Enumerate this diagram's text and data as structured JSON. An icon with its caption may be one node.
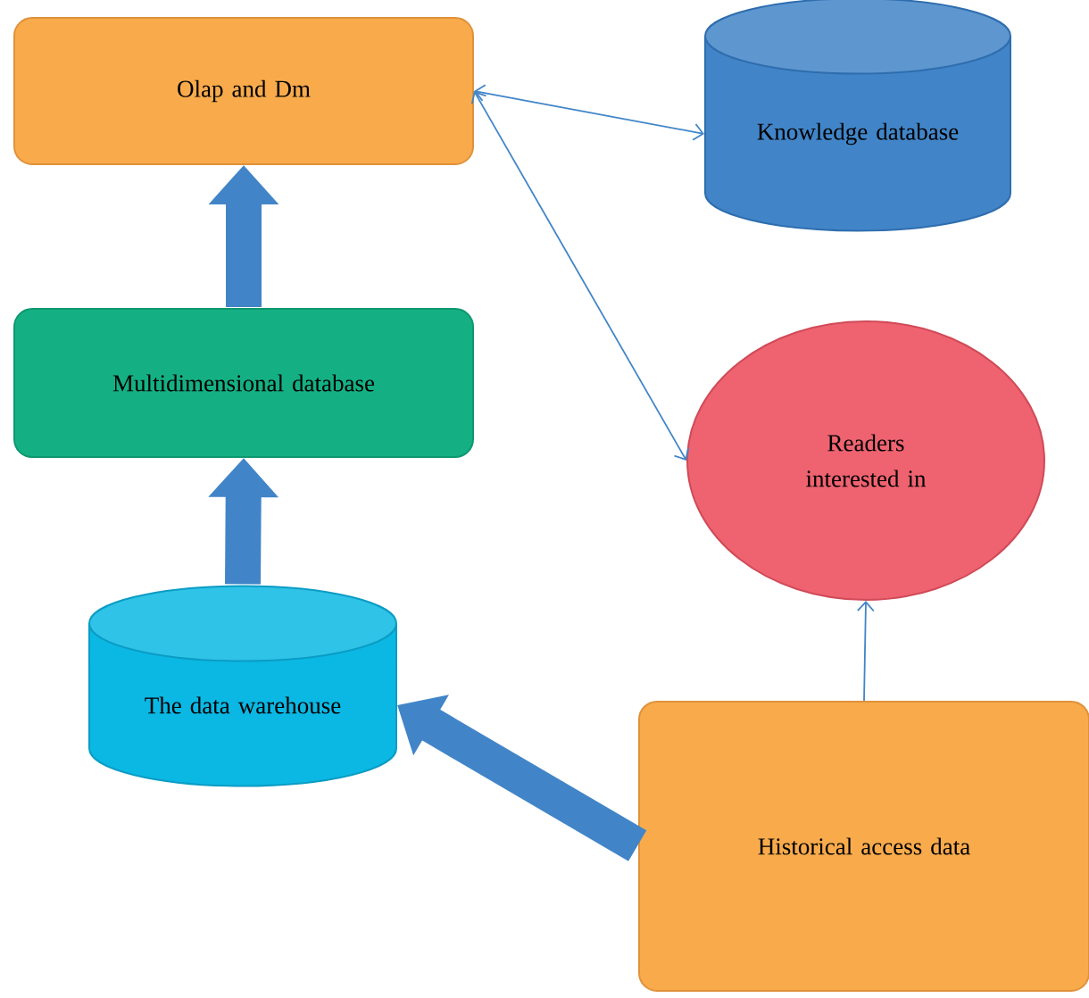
{
  "diagram": {
    "nodes": [
      {
        "text": [
          "Olap and Dm"
        ]
      },
      {
        "text": [
          "Knowledge database"
        ]
      },
      {
        "text": [
          "Multidimensional database"
        ]
      },
      {
        "text": [
          "Readers interested in"
        ]
      },
      {
        "text": [
          "The data warehouse"
        ]
      },
      {
        "text": [
          "Historical access data"
        ]
      }
    ],
    "edges": [
      {
        "from": 2,
        "to": 0,
        "arrow": "to",
        "style": "thick"
      },
      {
        "from": 4,
        "to": 2,
        "arrow": "to",
        "style": "thick"
      },
      {
        "from": 5,
        "to": 4,
        "arrow": "to",
        "style": "thick"
      },
      {
        "from": 0,
        "to": 1,
        "arrow": "both"
      },
      {
        "from": 0,
        "to": 3,
        "arrow": "both"
      },
      {
        "from": 5,
        "to": 3,
        "arrow": "to"
      }
    ]
  }
}
